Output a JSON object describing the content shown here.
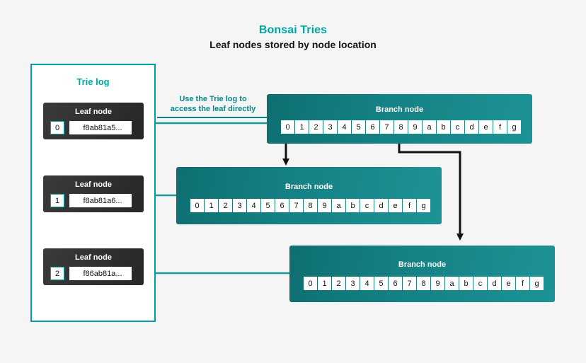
{
  "header": {
    "title": "Bonsai Tries",
    "subtitle": "Leaf nodes stored by node location"
  },
  "colors": {
    "accent_teal": "#00A6A6",
    "panel_border": "#00A0A8",
    "branch_fill": "#17807E",
    "leaf_fill": "#323232",
    "page_background": "#f5f5f5",
    "connector_black": "#111111",
    "connector_teal": "#00898C"
  },
  "trie_log": {
    "title": "Trie log",
    "leaf_node_label": "Leaf node",
    "nodes": [
      {
        "index": "0",
        "hash": "f8ab81a5..."
      },
      {
        "index": "1",
        "hash": "f8ab81a6..."
      },
      {
        "index": "2",
        "hash": "f86ab81a..."
      }
    ]
  },
  "annotation": {
    "line1": "Use the Trie log to",
    "line2": "access the leaf directly"
  },
  "branch_nodes": [
    {
      "label": "Branch node",
      "cells": [
        "0",
        "1",
        "2",
        "3",
        "4",
        "5",
        "6",
        "7",
        "8",
        "9",
        "a",
        "b",
        "c",
        "d",
        "e",
        "f",
        "g"
      ]
    },
    {
      "label": "Branch node",
      "cells": [
        "0",
        "1",
        "2",
        "3",
        "4",
        "5",
        "6",
        "7",
        "8",
        "9",
        "a",
        "b",
        "c",
        "d",
        "e",
        "f",
        "g"
      ]
    },
    {
      "label": "Branch node",
      "cells": [
        "0",
        "1",
        "2",
        "3",
        "4",
        "5",
        "6",
        "7",
        "8",
        "9",
        "a",
        "b",
        "c",
        "d",
        "e",
        "f",
        "g"
      ]
    }
  ]
}
